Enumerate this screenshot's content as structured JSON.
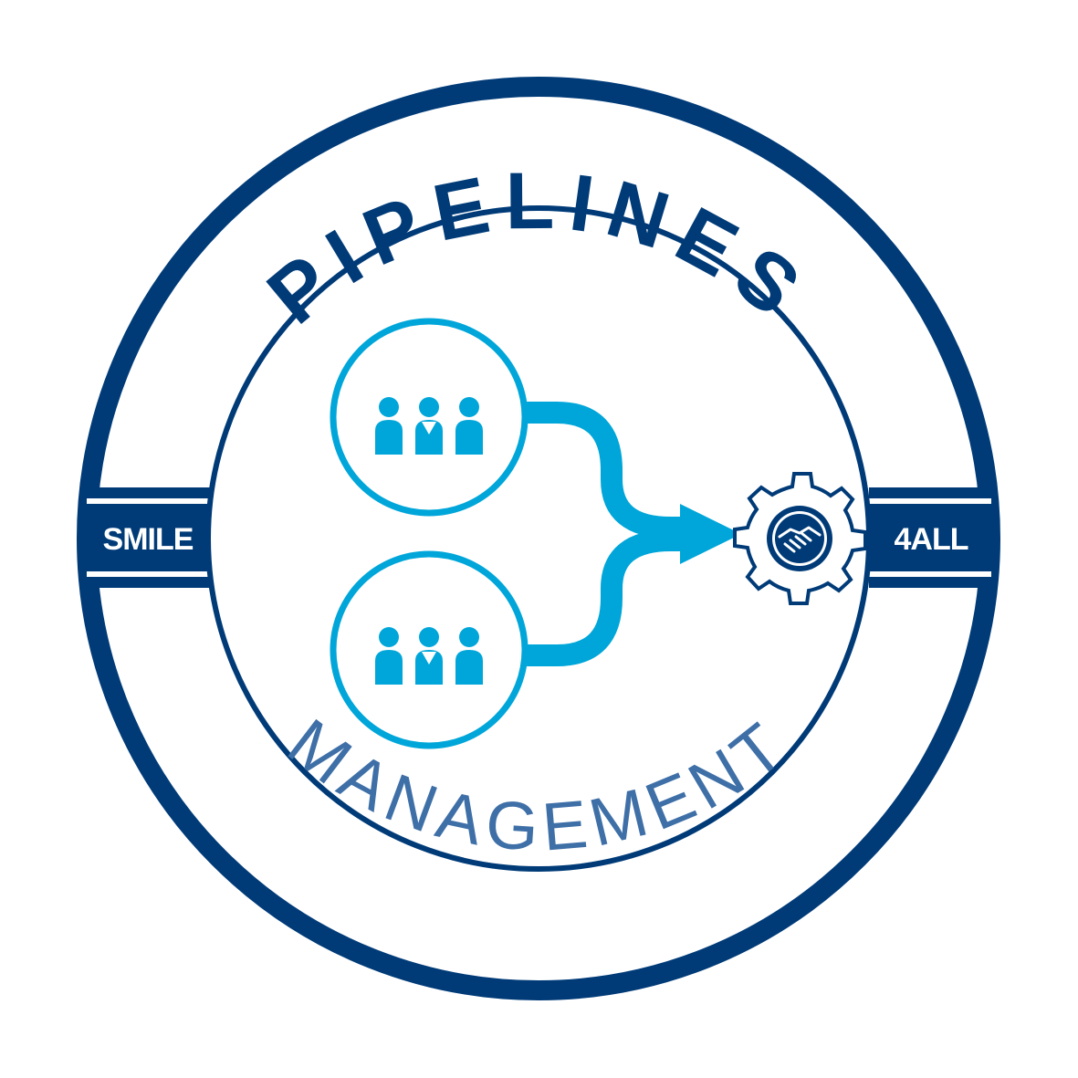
{
  "badge": {
    "top_text": "PIPELINES",
    "bottom_text": "MANAGEMENT",
    "band_left": "SMILE",
    "band_right": "4ALL"
  },
  "icons": {
    "group_top": "team-group-icon",
    "group_bottom": "team-group-icon",
    "merge_arrow": "merge-arrow-icon",
    "gear": "gear-handshake-icon"
  },
  "colors": {
    "navy": "#003b78",
    "light_blue": "#00a6d9",
    "bottom_text": "#3e6fa7",
    "white": "#ffffff"
  }
}
